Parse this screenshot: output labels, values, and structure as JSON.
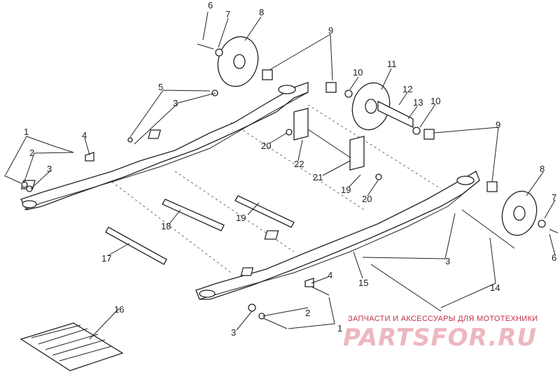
{
  "labels": {
    "l1a": "1",
    "l1b": "1",
    "l2a": "2",
    "l2b": "2",
    "l3a": "3",
    "l3b": "3",
    "l3c": "3",
    "l3d": "3",
    "l4a": "4",
    "l4b": "4",
    "l5": "5",
    "l6a": "6",
    "l6b": "6",
    "l7a": "7",
    "l7b": "7",
    "l8a": "8",
    "l8b": "8",
    "l9a": "9",
    "l9b": "9",
    "l10a": "10",
    "l10b": "10",
    "l11": "11",
    "l12": "12",
    "l13": "13",
    "l14": "14",
    "l15": "15",
    "l16": "16",
    "l17": "17",
    "l18": "18",
    "l19a": "19",
    "l19b": "19",
    "l20a": "20",
    "l20b": "20",
    "l21": "21",
    "l22": "22"
  },
  "watermark": {
    "tagline": "ЗАПЧАСТИ И АКСЕССУАРЫ ДЛЯ МОТОТЕХНИКИ",
    "logo": "PARTSFOR.RU",
    "color": "#c0304a"
  }
}
